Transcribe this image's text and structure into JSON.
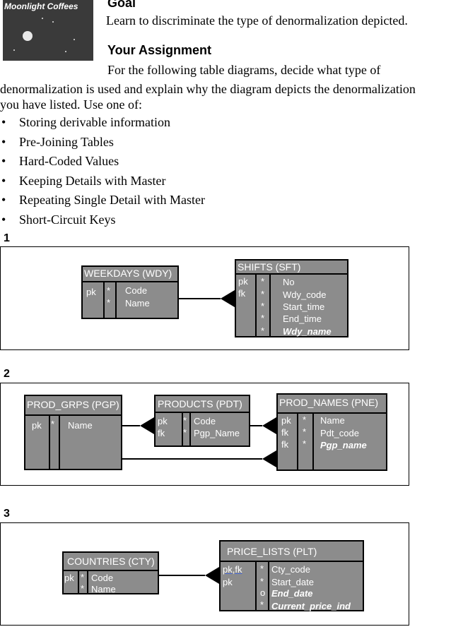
{
  "logo": {
    "text": "Moonlight Coffees"
  },
  "goal": {
    "heading": "Goal",
    "text": "Learn to discriminate the type of denormalization depicted."
  },
  "assignment": {
    "heading": "Your Assignment",
    "line1": "For the following table diagrams, decide what type of",
    "line2": "denormalization is used and explain why the diagram depicts the denormalization",
    "line3": "you have listed. Use one of:",
    "bullet": "•",
    "options": [
      "Storing derivable information",
      "Pre-Joining Tables",
      "Hard-Coded Values",
      "Keeping Details with Master",
      "Repeating Single Detail with Master",
      "Short-Circuit Keys"
    ]
  },
  "diagrams": [
    {
      "number": "1",
      "entities": [
        {
          "title": "WEEKDAYS (WDY)",
          "keys": [
            "pk",
            ""
          ],
          "marks": [
            "*",
            "*"
          ],
          "attrs": [
            "Code",
            "Name"
          ]
        },
        {
          "title": "SHIFTS  (SFT)",
          "keys": [
            "pk",
            "fk",
            "",
            "",
            ""
          ],
          "marks": [
            "*",
            "*",
            "*",
            "*",
            "*"
          ],
          "attrs": [
            "No",
            "Wdy_code",
            "Start_time",
            "End_time",
            "Wdy_name"
          ]
        }
      ]
    },
    {
      "number": "2",
      "entities": [
        {
          "title": "PROD_GRPS (PGP)",
          "keys": [
            "pk"
          ],
          "marks": [
            "*"
          ],
          "attrs": [
            "Name"
          ]
        },
        {
          "title": "PRODUCTS  (PDT)",
          "keys": [
            "pk",
            "fk"
          ],
          "marks": [
            "*",
            "*"
          ],
          "attrs": [
            "Code",
            "Pgp_Name"
          ]
        },
        {
          "title": "PROD_NAMES (PNE)",
          "keys": [
            "pk",
            "fk",
            "fk"
          ],
          "marks": [
            "*",
            "*",
            "*"
          ],
          "attrs": [
            "Name",
            "Pdt_code",
            "Pgp_name"
          ]
        }
      ]
    },
    {
      "number": "3",
      "entities": [
        {
          "title": "COUNTRIES  (CTY)",
          "keys": [
            "pk",
            ""
          ],
          "marks": [
            "*",
            "*"
          ],
          "attrs": [
            "Code",
            "Name"
          ]
        },
        {
          "title": "PRICE_LISTS (PLT)",
          "keys": [
            "pk,fk",
            "pk",
            "",
            ""
          ],
          "marks": [
            "*",
            "*",
            "o",
            "*"
          ],
          "attrs": [
            "Cty_code",
            "Start_date",
            "End_date",
            "Current_price_ind"
          ]
        }
      ]
    }
  ],
  "colors": {
    "entity_fill": "#8c8c8c",
    "border": "#000000"
  }
}
